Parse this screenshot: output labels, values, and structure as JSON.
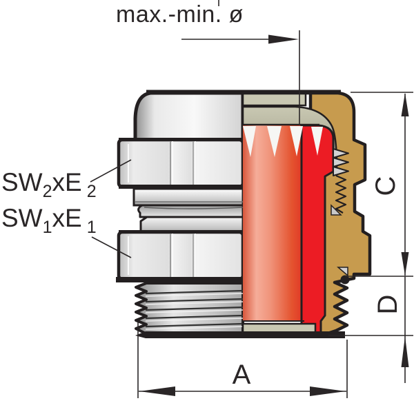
{
  "drawing": {
    "type": "cable-gland-cross-section",
    "annotations": {
      "diameter_label": "max.-min. ø",
      "dim_a": "A",
      "dim_c": "C",
      "dim_d": "D",
      "sw2": {
        "base1": "SW",
        "sub1": "2",
        "base2": "xE",
        "sub2": "2"
      },
      "sw1": {
        "base1": "SW",
        "sub1": "1",
        "base2": "xE",
        "sub2": "1"
      }
    }
  },
  "colors": {
    "background": "#ffffff",
    "outline": "#231f20",
    "brass": "#c79b4e",
    "seal_red": "#ec1c24",
    "seal_red_light": "#f5ad99",
    "khaki": "#c9c8b2",
    "khaki_dark": "#9b9a86",
    "metal_light": "#f2f2f2",
    "metal_dark": "#9a9a9a"
  }
}
